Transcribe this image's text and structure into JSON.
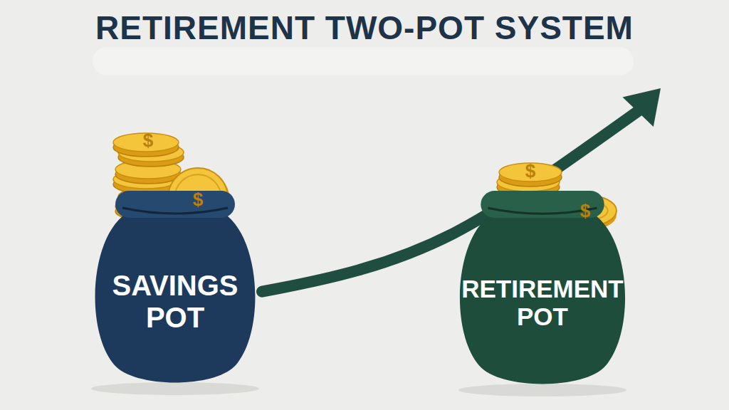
{
  "diagram": {
    "title": "RETIREMENT TWO-POT SYSTEM",
    "nodes": [
      {
        "text": [
          "SAVINGS POT"
        ]
      },
      {
        "text": [
          "RETIREMENT POT"
        ]
      }
    ],
    "edges": [
      {
        "from": 0,
        "to": 1,
        "arrow": "to"
      }
    ],
    "labels": [
      "$",
      "$",
      "$",
      "$"
    ]
  }
}
